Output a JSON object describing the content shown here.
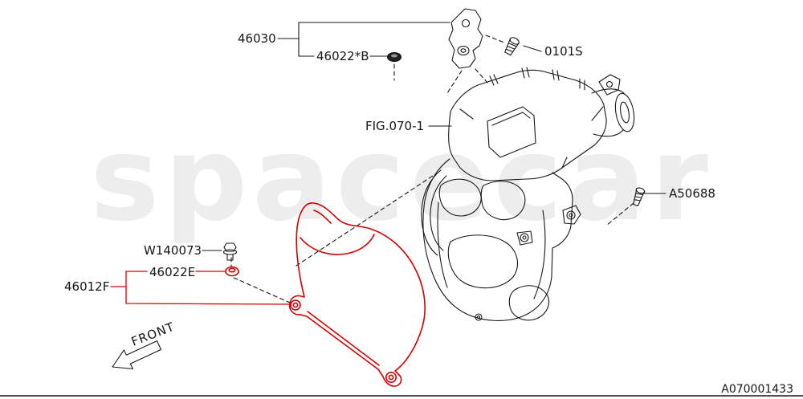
{
  "page": {
    "watermark": "spacecar",
    "doc_number": "A070001433"
  },
  "labels": {
    "bracket_assy": "46030",
    "grommet_b": "46022*B",
    "screw_0101s": "0101S",
    "fig_ref": "FIG.070-1",
    "screw_a50688": "A50688",
    "bolt_w140073": "W140073",
    "grommet_e": "46022E",
    "cover_assy": "46012F",
    "front": "FRONT"
  },
  "colors": {
    "line": "#161616",
    "highlight": "#d40000",
    "watermark": "#ededed",
    "background": "#ffffff"
  }
}
